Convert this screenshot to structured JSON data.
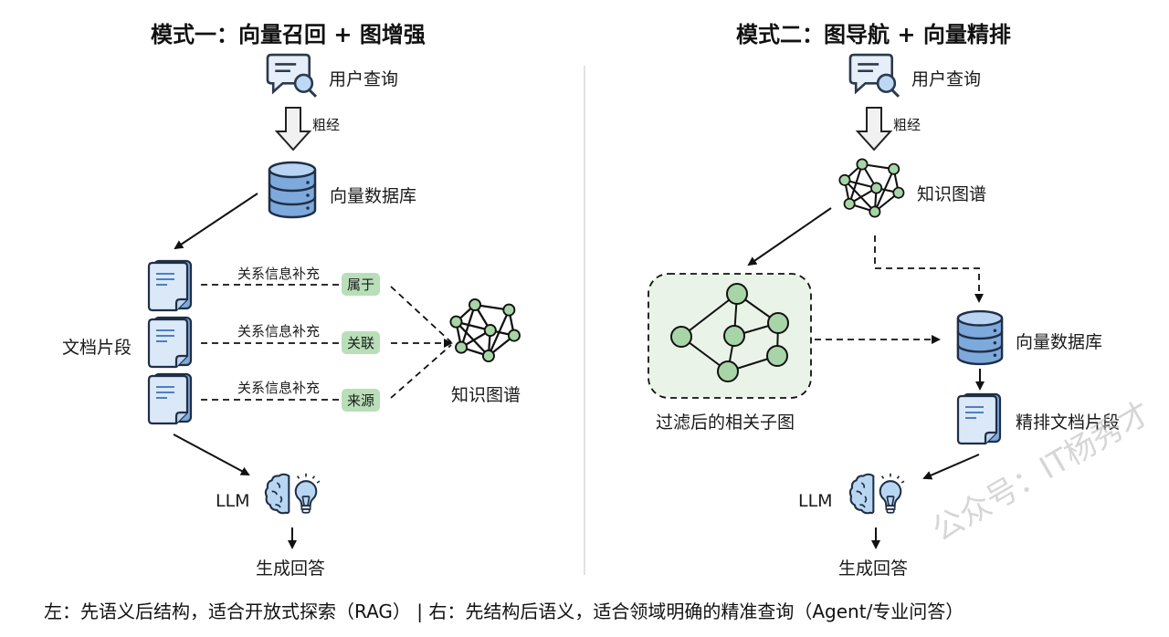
{
  "left": {
    "title": "模式一：向量召回 + 图增强",
    "user_query": "用户查询",
    "coarse_label": "粗经",
    "vector_db": "向量数据库",
    "doc_fragments": "文档片段",
    "relation_rows": [
      {
        "label": "关系信息补充",
        "tag": "属于"
      },
      {
        "label": "关系信息补充",
        "tag": "关联"
      },
      {
        "label": "关系信息补充",
        "tag": "来源"
      }
    ],
    "knowledge_graph": "知识图谱",
    "llm": "LLM",
    "answer": "生成回答"
  },
  "right": {
    "title": "模式二：图导航 + 向量精排",
    "user_query": "用户查询",
    "coarse_label": "粗经",
    "knowledge_graph": "知识图谱",
    "subgraph": "过滤后的相关子图",
    "vector_db": "向量数据库",
    "ranked_docs": "精排文档片段",
    "llm": "LLM",
    "answer": "生成回答"
  },
  "footer": "左：先语义后结构，适合开放式探索（RAG） | 右：先结构后语义，适合领域明确的精准查询（Agent/专业问答）",
  "watermark": "公众号：IT杨秀才",
  "colors": {
    "blue_fill": "#a9cbee",
    "blue_stroke": "#24405e",
    "green_fill": "#a8d5a8",
    "green_tag": "#b9dfb9",
    "subgraph_bg": "#e9f3e7"
  }
}
